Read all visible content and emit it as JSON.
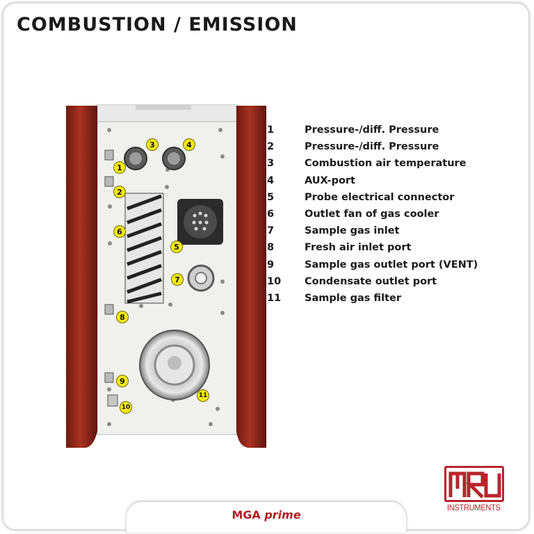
{
  "title": "COMBUSTION / EMISSION",
  "legend": [
    {
      "num": "1",
      "label": "Pressure-/diff. Pressure"
    },
    {
      "num": "2",
      "label": "Pressure-/diff. Pressure"
    },
    {
      "num": "3",
      "label": "Combustion air temperature"
    },
    {
      "num": "4",
      "label": "AUX-port"
    },
    {
      "num": "5",
      "label": "Probe electrical connector"
    },
    {
      "num": "6",
      "label": "Outlet fan of gas cooler"
    },
    {
      "num": "7",
      "label": "Sample gas inlet"
    },
    {
      "num": "8",
      "label": "Fresh air inlet port"
    },
    {
      "num": "9",
      "label": "Sample gas outlet port (VENT)"
    },
    {
      "num": "10",
      "label": "Condensate outlet port"
    },
    {
      "num": "11",
      "label": "Sample gas filter"
    }
  ],
  "callouts": [
    "1",
    "2",
    "3",
    "4",
    "5",
    "6",
    "7",
    "8",
    "9",
    "10",
    "11"
  ],
  "logo": {
    "mark": "MRU",
    "sub": "INSTRUMENTS"
  },
  "footer": {
    "brand": "MGA",
    "model": "prime"
  },
  "colors": {
    "frame": "#9e2a1e",
    "callout": "#f5e816",
    "brand": "#b41e22"
  }
}
